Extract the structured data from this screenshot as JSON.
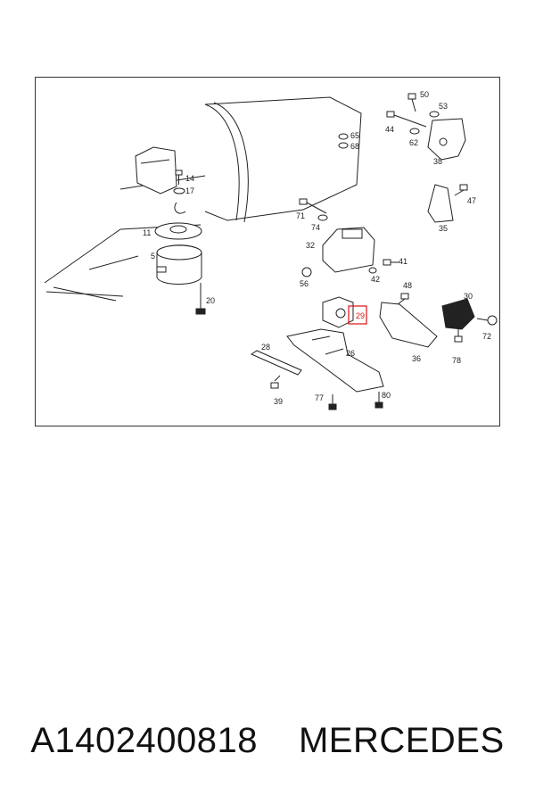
{
  "diagram": {
    "callouts": {
      "c5": "5",
      "c11": "11",
      "c14": "14",
      "c17": "17",
      "c20": "20",
      "c26": "26",
      "c28": "28",
      "c29": "29",
      "c30": "30",
      "c32": "32",
      "c35": "35",
      "c36": "36",
      "c38": "38",
      "c39": "39",
      "c41": "41",
      "c42": "42",
      "c44": "44",
      "c47": "47",
      "c48": "48",
      "c50": "50",
      "c53": "53",
      "c56": "56",
      "c62": "62",
      "c65": "65",
      "c68": "68",
      "c71": "71",
      "c72": "72",
      "c74": "74",
      "c77": "77",
      "c78": "78",
      "c80": "80"
    },
    "highlight_color": "#dd1111"
  },
  "footer": {
    "part_number": "A1402400818",
    "brand": "MERCEDES"
  }
}
